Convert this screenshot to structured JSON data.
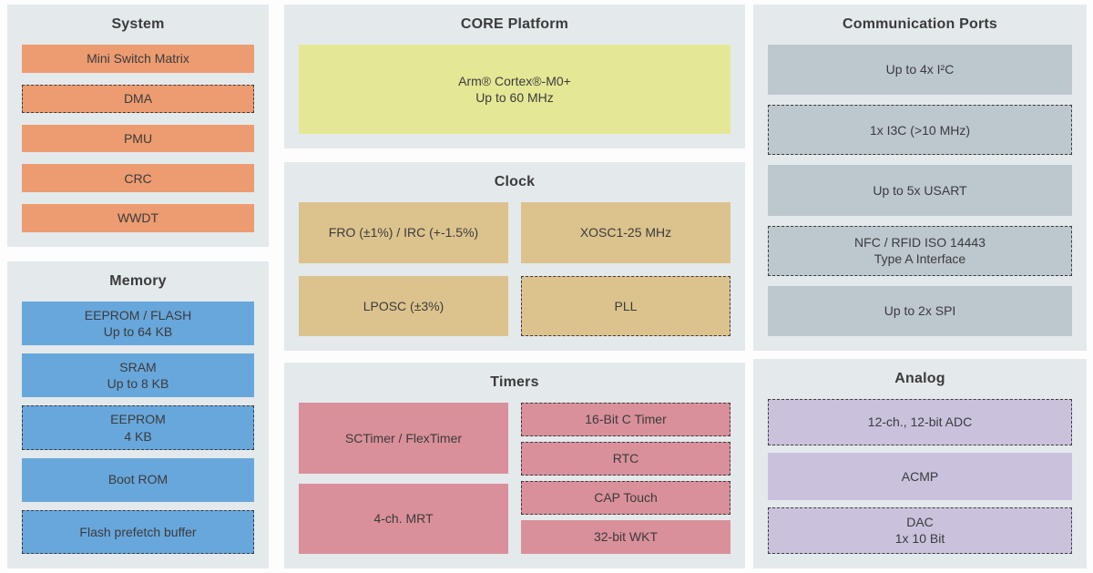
{
  "colors": {
    "page_bg": "#fdfdfe",
    "panel_bg": "#e4e9ec",
    "text": "#3b3b3c",
    "system_block": "#ec9c70",
    "memory_block": "#68a7db",
    "core_block": "#e4e895",
    "clock_block": "#dcc38d",
    "timers_block": "#d9909a",
    "comm_block": "#bdc7ce",
    "analog_block": "#cac2dd"
  },
  "panels": {
    "system": {
      "title": "System",
      "color": "#ec9c70",
      "blocks": [
        {
          "label": "Mini Switch Matrix",
          "dashed": false
        },
        {
          "label": "DMA",
          "dashed": true
        },
        {
          "label": "PMU",
          "dashed": false
        },
        {
          "label": "CRC",
          "dashed": false
        },
        {
          "label": "WWDT",
          "dashed": false
        }
      ]
    },
    "memory": {
      "title": "Memory",
      "color": "#68a7db",
      "blocks": [
        {
          "label": "EEPROM / FLASH\nUp to 64 KB",
          "dashed": false
        },
        {
          "label": "SRAM\nUp to 8 KB",
          "dashed": false
        },
        {
          "label": "EEPROM\n4 KB",
          "dashed": true
        },
        {
          "label": "Boot ROM",
          "dashed": false
        },
        {
          "label": "Flash prefetch buffer",
          "dashed": true
        }
      ]
    },
    "core": {
      "title": "CORE Platform",
      "color": "#e4e895",
      "blocks": [
        {
          "label": "Arm® Cortex®-M0+\nUp to 60 MHz",
          "dashed": false
        }
      ]
    },
    "clock": {
      "title": "Clock",
      "color": "#dcc38d",
      "blocks": [
        {
          "label": "FRO (±1%) / IRC (+-1.5%)",
          "dashed": false
        },
        {
          "label": "XOSC1-25 MHz",
          "dashed": false
        },
        {
          "label": "LPOSC (±3%)",
          "dashed": false
        },
        {
          "label": "PLL",
          "dashed": true
        }
      ]
    },
    "timers": {
      "title": "Timers",
      "color": "#d9909a",
      "left_blocks": [
        {
          "label": "SCTimer / FlexTimer",
          "dashed": false
        },
        {
          "label": "4-ch. MRT",
          "dashed": false
        }
      ],
      "right_blocks": [
        {
          "label": "16-Bit C Timer",
          "dashed": true
        },
        {
          "label": "RTC",
          "dashed": true
        },
        {
          "label": "CAP Touch",
          "dashed": true
        },
        {
          "label": "32-bit WKT",
          "dashed": false
        }
      ]
    },
    "comm": {
      "title": "Communication Ports",
      "color": "#bdc7ce",
      "blocks": [
        {
          "label": "Up to 4x I²C",
          "dashed": false
        },
        {
          "label": "1x I3C (>10 MHz)",
          "dashed": true
        },
        {
          "label": "Up to 5x USART",
          "dashed": false
        },
        {
          "label": "NFC / RFID ISO 14443\nType A Interface",
          "dashed": true
        },
        {
          "label": "Up to 2x SPI",
          "dashed": false
        }
      ]
    },
    "analog": {
      "title": "Analog",
      "color": "#cac2dd",
      "blocks": [
        {
          "label": "12-ch., 12-bit ADC",
          "dashed": true
        },
        {
          "label": "ACMP",
          "dashed": false
        },
        {
          "label": "DAC\n1x 10 Bit",
          "dashed": true
        }
      ]
    }
  }
}
